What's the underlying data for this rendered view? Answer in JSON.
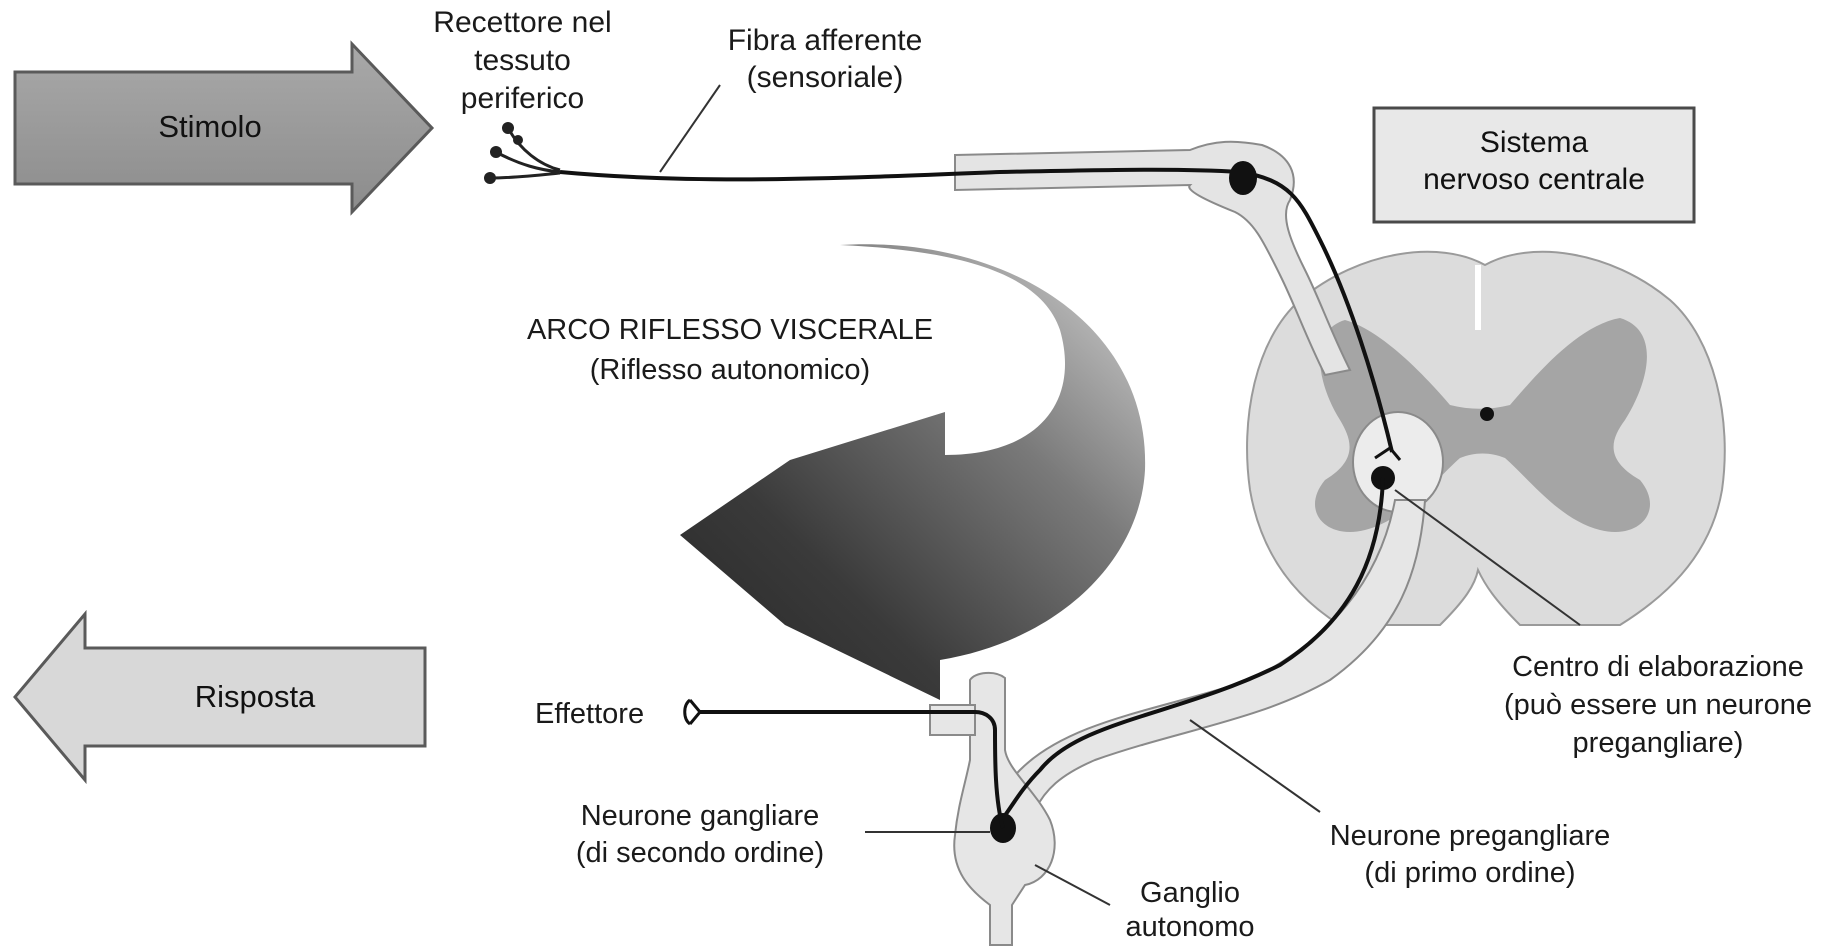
{
  "labels": {
    "stimulus": "Stimolo",
    "response": "Risposta",
    "receptor": "Recettore nel\ntessuto\nperiferico",
    "afferent_fiber": "Fibra afferente\n(sensoriale)",
    "cns": "Sistema\nnervoso centrale",
    "reflex_title": "ARCO RIFLESSO VISCERALE",
    "reflex_subtitle": "(Riflesso autonomico)",
    "processing_center": "Centro di elaborazione\n(può essere un neurone\npregangliare)",
    "effector": "Effettore",
    "ganglionic_neuron": "Neurone gangliare\n(di secondo ordine)",
    "preganglionic_neuron": "Neurone pregangliare\n(di primo ordine)",
    "autonomic_ganglion": "Ganglio\nautonomo"
  },
  "colors": {
    "stimulus_arrow": "#9a9a9a",
    "response_arrow": "#d6d6d6",
    "cord_white_matter": "#d9d9d9",
    "cord_gray_matter": "#a8a8a8",
    "nerve_sheath": "#e6e6e6",
    "neuron_line": "#111111",
    "cns_box": "#e8e8e8",
    "curved_arrow_dark": "#2b2b2b",
    "curved_arrow_light": "#bdbdbd"
  }
}
